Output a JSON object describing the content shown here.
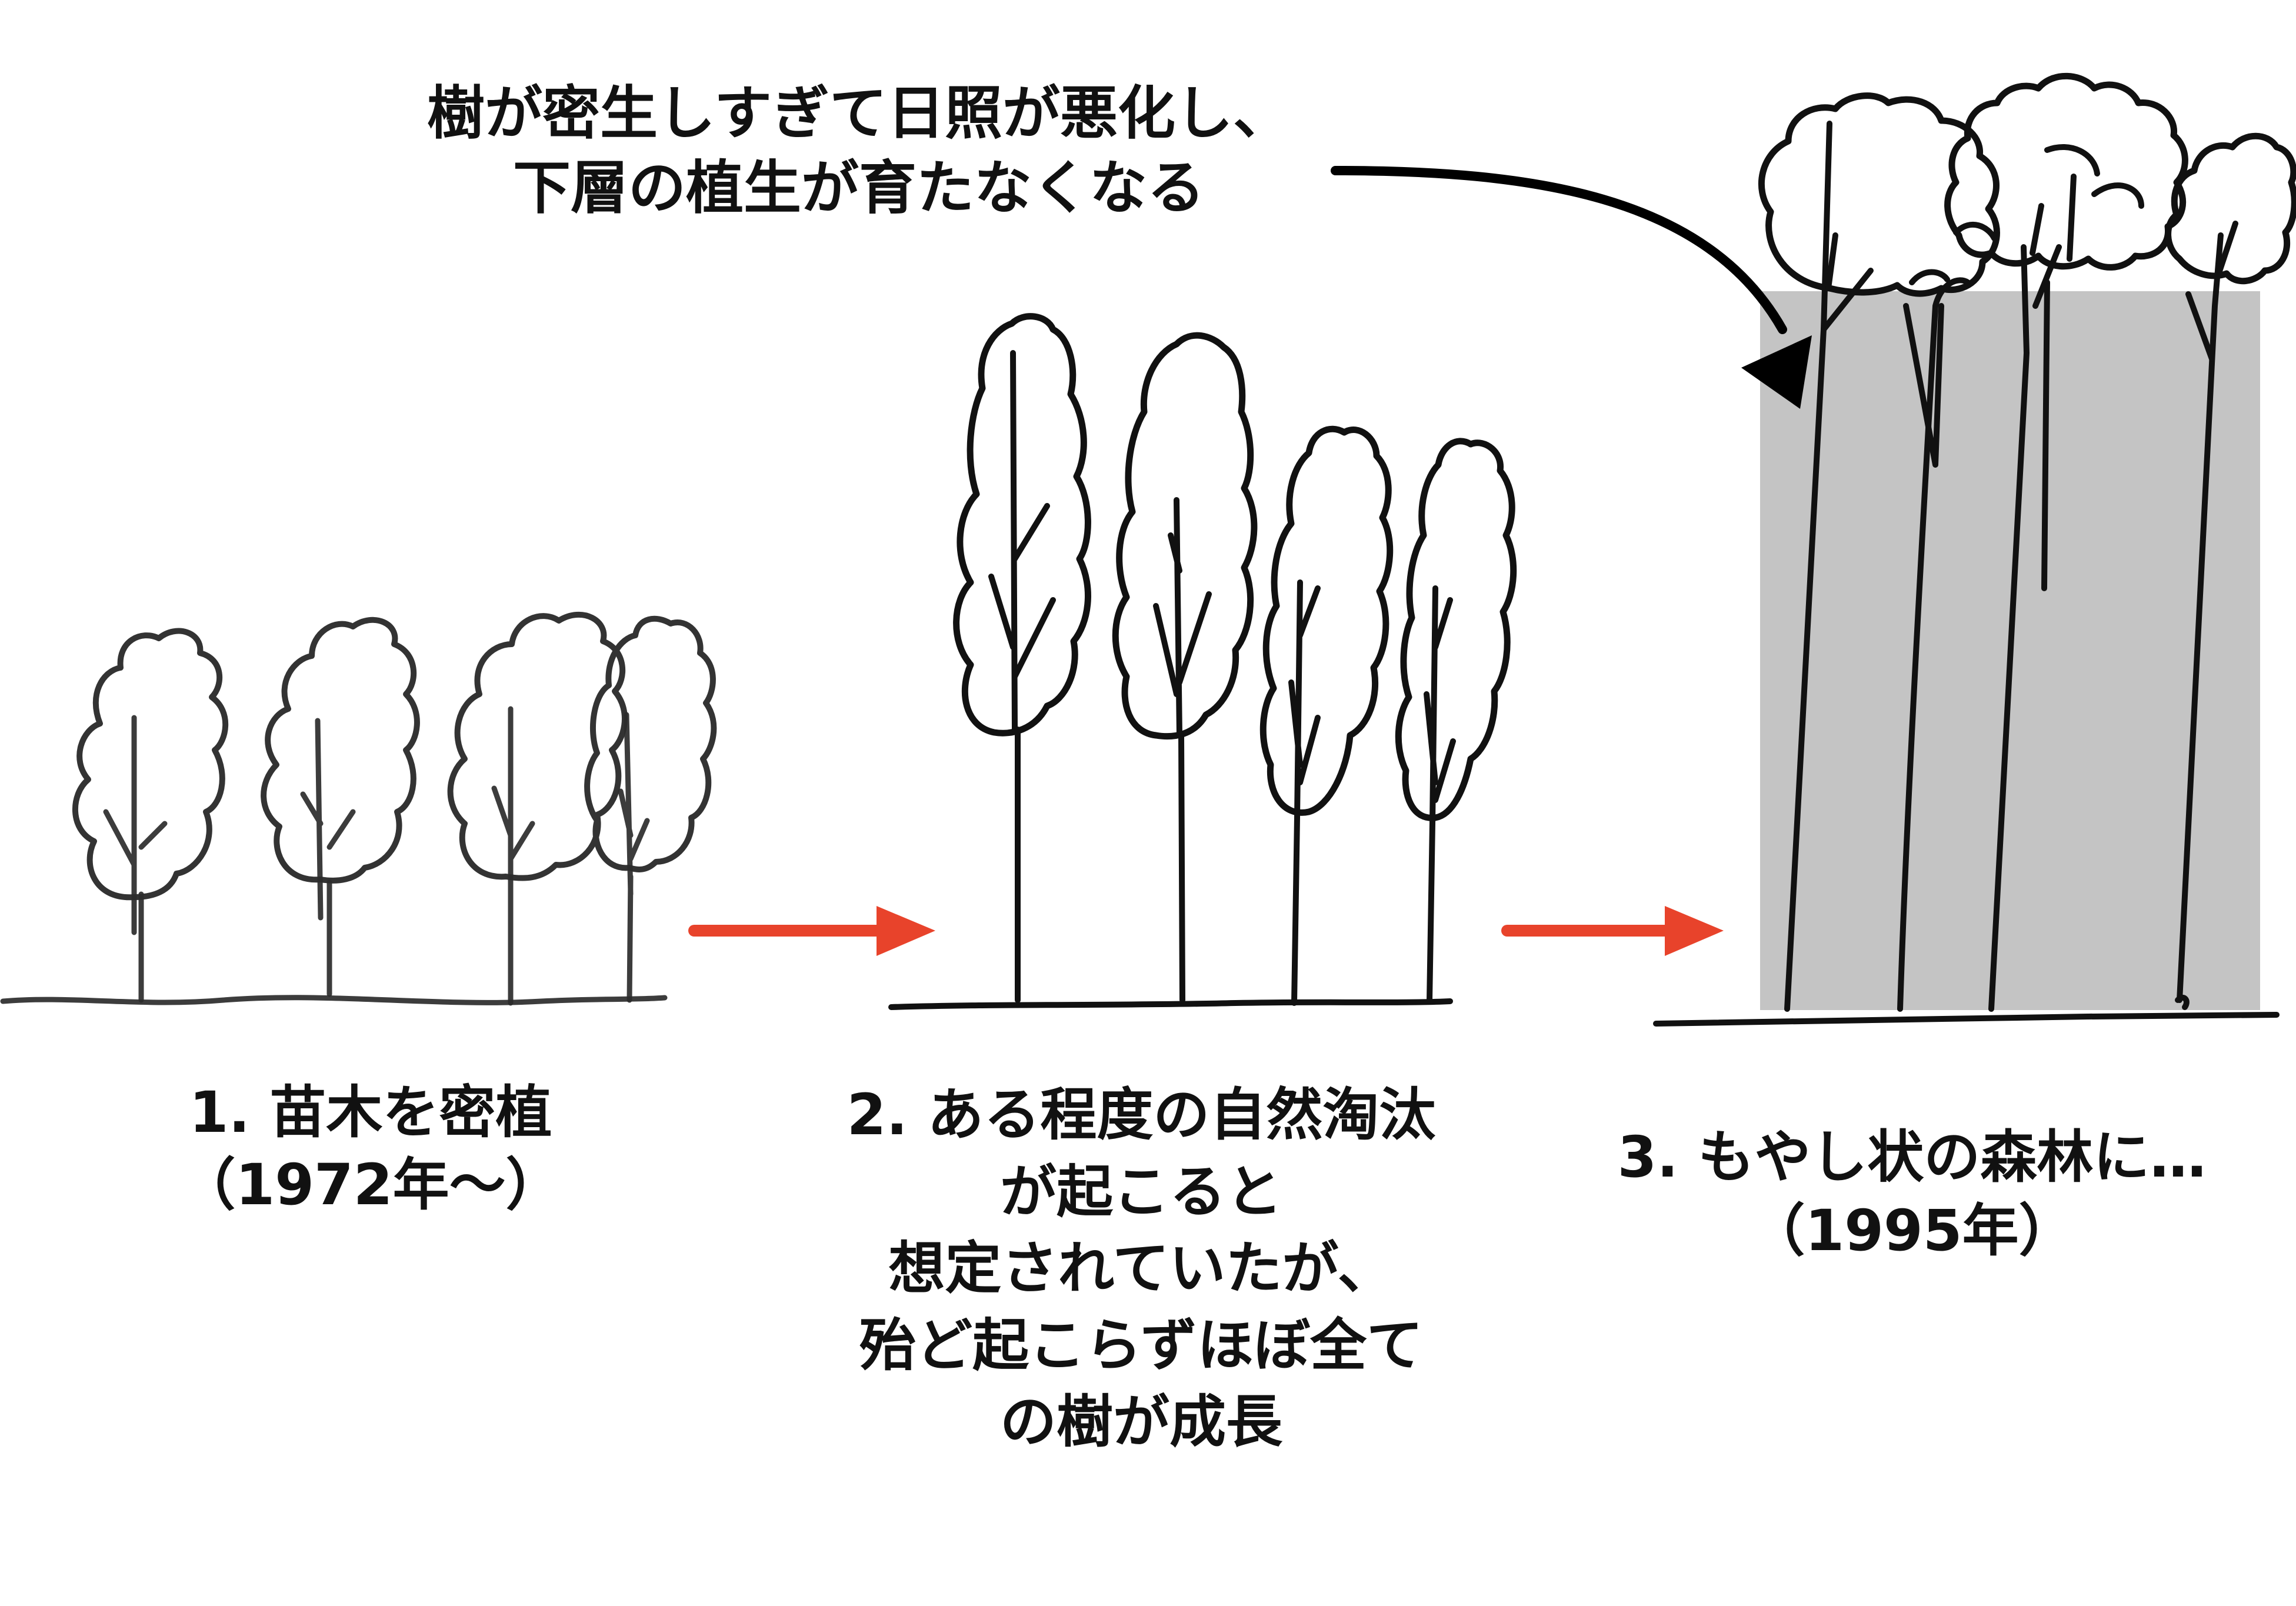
{
  "callout": {
    "line1": "樹が密生しすぎて日照が悪化し、",
    "line2": "下層の植生が育たなくなる"
  },
  "steps": [
    {
      "lines": [
        "1.  苗木を密植",
        "（1972年〜）"
      ]
    },
    {
      "lines": [
        "2.  ある程度の自然淘汰",
        "が起こると",
        "想定されていたが、",
        "殆ど起こらずほぼ全て",
        "の樹が成長"
      ]
    },
    {
      "lines": [
        "3.  もやし状の森林に…",
        "（1995年）"
      ]
    }
  ],
  "colors": {
    "arrow_red": "#e8432b",
    "shade_gray": "#c4c4c4",
    "ink": "#111111"
  }
}
